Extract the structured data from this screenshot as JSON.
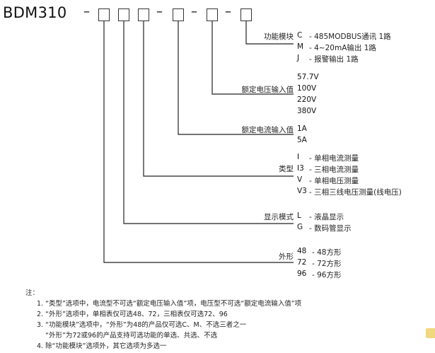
{
  "model": "BDM310",
  "separators": [
    "–",
    "–",
    "–",
    "–"
  ],
  "groups": [
    {
      "label": "功能模块",
      "options": [
        {
          "code": "C",
          "desc": "- 485MODBUS通讯 1路"
        },
        {
          "code": "M",
          "desc": "- 4~20mA输出 1路"
        },
        {
          "code": "J",
          "desc": "- 报警输出 1路"
        }
      ]
    },
    {
      "label": "额定电压输入值",
      "options": [
        {
          "code": "57.7V",
          "desc": ""
        },
        {
          "code": "100V",
          "desc": ""
        },
        {
          "code": "220V",
          "desc": ""
        },
        {
          "code": "380V",
          "desc": ""
        }
      ]
    },
    {
      "label": "额定电流输入值",
      "options": [
        {
          "code": "1A",
          "desc": ""
        },
        {
          "code": "5A",
          "desc": ""
        }
      ]
    },
    {
      "label": "类型",
      "options": [
        {
          "code": "I",
          "desc": "- 单相电流测量"
        },
        {
          "code": "I3",
          "desc": "- 三相电流测量"
        },
        {
          "code": "V",
          "desc": "- 单相电压测量"
        },
        {
          "code": "V3",
          "desc": "- 三相三线电压测量(线电压)"
        }
      ]
    },
    {
      "label": "显示模式",
      "options": [
        {
          "code": "L",
          "desc": "- 液晶显示"
        },
        {
          "code": "G",
          "desc": "- 数码管显示"
        }
      ]
    },
    {
      "label": "外形",
      "options": [
        {
          "code": "48",
          "desc": "- 48方形"
        },
        {
          "code": "72",
          "desc": "- 72方形"
        },
        {
          "code": "96",
          "desc": "- 96方形"
        }
      ]
    }
  ],
  "notes_title": "注：",
  "notes": [
    "1.  “类型”选项中，电流型不可选“额定电压输入值”项，电压型不可选“额定电流输入值”项",
    "2.  “外形”选项中，单相表仅可选48、72，三相表仅可选72、96",
    "3.  “功能模块”选项中，“外形”为48的产品仅可选C、M、不选三者之一",
    "    “外形”为72或96的产品支持可选功能的单选、共选、不选",
    "4.  除“功能模块”选项外，其它选项为多选一"
  ]
}
